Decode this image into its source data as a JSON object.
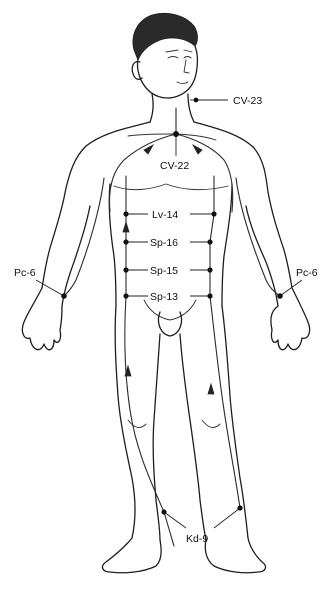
{
  "points": [
    {
      "id": "cv23",
      "label": "CV-23"
    },
    {
      "id": "cv22",
      "label": "CV-22"
    },
    {
      "id": "lv14",
      "label": "Lv-14"
    },
    {
      "id": "sp16",
      "label": "Sp-16"
    },
    {
      "id": "sp15",
      "label": "Sp-15"
    },
    {
      "id": "sp13",
      "label": "Sp-13"
    },
    {
      "id": "pc6_right",
      "label": "Pc-6"
    },
    {
      "id": "pc6_left",
      "label": "Pc-6"
    },
    {
      "id": "kd9",
      "label": "Kd-9"
    }
  ]
}
